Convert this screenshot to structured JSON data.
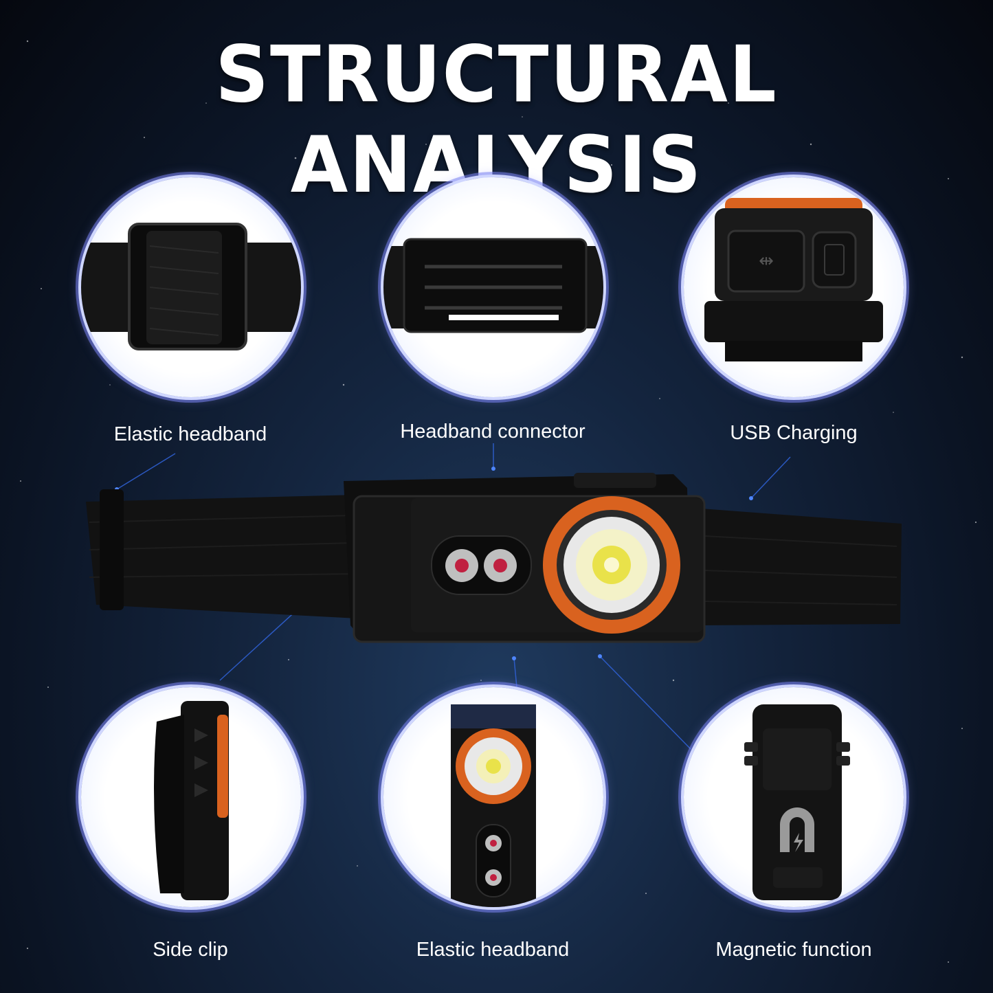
{
  "title": "STRUCTURAL ANALYSIS",
  "features": {
    "top_left": "Elastic headband",
    "top_middle": "Headband connector",
    "top_right": "USB Charging",
    "bottom_left": "Side clip",
    "bottom_middle": "Elastic headband",
    "bottom_right": "Magnetic function"
  },
  "colors": {
    "background": "#0b1424",
    "accent_orange": "#d9621f",
    "circle_ring": "#8c96ff",
    "text": "#ffffff"
  }
}
